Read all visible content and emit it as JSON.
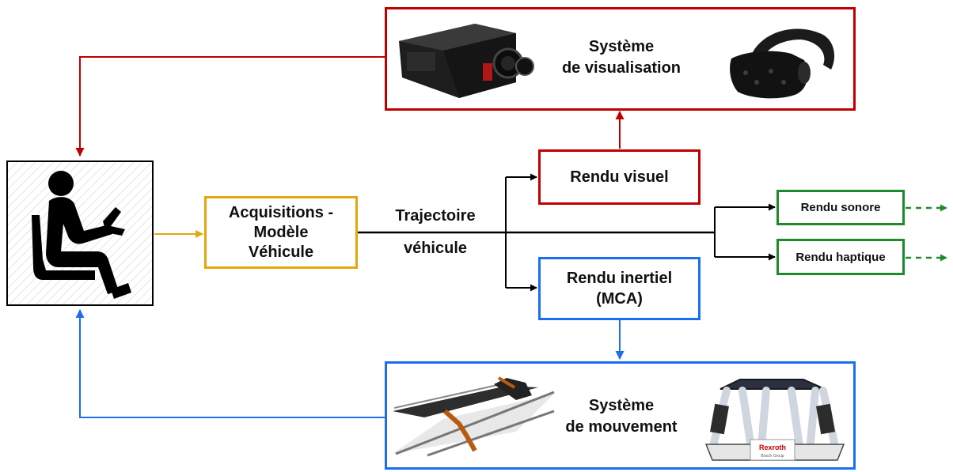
{
  "driver": {
    "icon": "seated-driver-icon"
  },
  "acquisitions": {
    "line1": "Acquisitions -",
    "line2": "Modèle",
    "line3": "Véhicule"
  },
  "trajectory": {
    "line1": "Trajectoire",
    "line2": "véhicule"
  },
  "visual_render": {
    "label": "Rendu visuel"
  },
  "inertial_render": {
    "line1": "Rendu inertiel",
    "line2": "(MCA)"
  },
  "sound_render": {
    "label": "Rendu sonore"
  },
  "haptic_render": {
    "label": "Rendu haptique"
  },
  "visualization_system": {
    "line1": "Système",
    "line2": "de visualisation",
    "left_image": "projector-icon",
    "right_image": "vr-headset-icon"
  },
  "motion_system": {
    "line1": "Système",
    "line2": "de mouvement",
    "left_image": "rail-track-icon",
    "right_image": "hexapod-platform-icon",
    "brand": "Rexroth",
    "brand_sub": "Bosch Group"
  },
  "colors": {
    "red": "#c00000",
    "blue": "#1a6ef0",
    "green": "#1f8a2a",
    "gold": "#e3a70d",
    "black": "#000000"
  }
}
